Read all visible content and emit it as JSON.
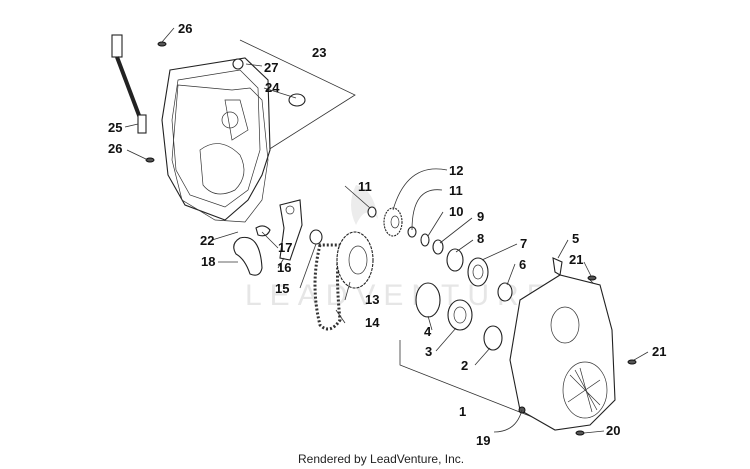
{
  "diagram": {
    "watermark_text": "LEADVENTURE",
    "footer_text": "Rendered by LeadVenture, Inc.",
    "callouts": [
      "1",
      "2",
      "3",
      "4",
      "5",
      "6",
      "7",
      "8",
      "9",
      "10",
      "11",
      "11",
      "12",
      "13",
      "14",
      "15",
      "16",
      "17",
      "18",
      "19",
      "20",
      "21",
      "21",
      "22",
      "23",
      "24",
      "25",
      "26",
      "26",
      "27"
    ]
  }
}
